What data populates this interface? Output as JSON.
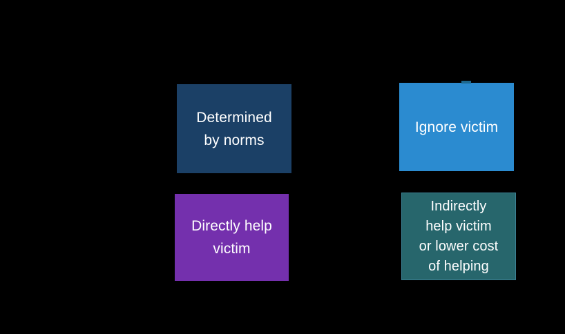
{
  "diagram": {
    "background_color": "#000000",
    "nodes": [
      {
        "id": "determined-by-norms",
        "label": "Determined\nby norms",
        "color": "#1b4066",
        "text_color": "#ffffff",
        "column": "left",
        "row": "top"
      },
      {
        "id": "ignore-victim",
        "label": "Ignore victim",
        "color": "#2b8bd0",
        "text_color": "#ffffff",
        "column": "right",
        "row": "top"
      },
      {
        "id": "directly-help-victim",
        "label": "Directly help\nvictim",
        "color": "#7430ad",
        "text_color": "#ffffff",
        "column": "left",
        "row": "bottom"
      },
      {
        "id": "indirectly-help-victim",
        "label": "Indirectly\nhelp victim\nor lower cost\nof helping",
        "color": "#27666c",
        "border_color": "#3c8094",
        "text_color": "#ffffff",
        "column": "right",
        "row": "bottom"
      }
    ]
  }
}
